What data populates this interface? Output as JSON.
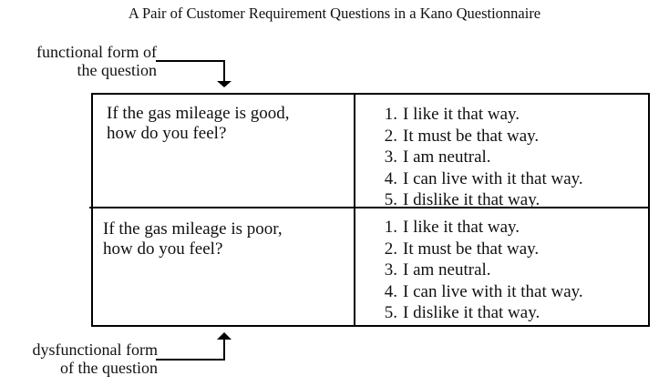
{
  "title": "A Pair of Customer Requirement Questions in a Kano Questionnaire",
  "functional_label": [
    "functional form of",
    "the question"
  ],
  "dysfunctional_label": [
    "dysfunctional form",
    "of the question"
  ],
  "questions": {
    "functional": [
      "If the gas mileage is good,",
      "how do you feel?"
    ],
    "dysfunctional": [
      "If the gas mileage is poor,",
      "how do you feel?"
    ]
  },
  "answers": [
    {
      "n": "1.",
      "text": "I like it that way."
    },
    {
      "n": "2.",
      "text": "It must be that way."
    },
    {
      "n": "3.",
      "text": "I am neutral."
    },
    {
      "n": "4.",
      "text": "I can live with it that way."
    },
    {
      "n": "5.",
      "text": "I dislike it that way."
    }
  ]
}
